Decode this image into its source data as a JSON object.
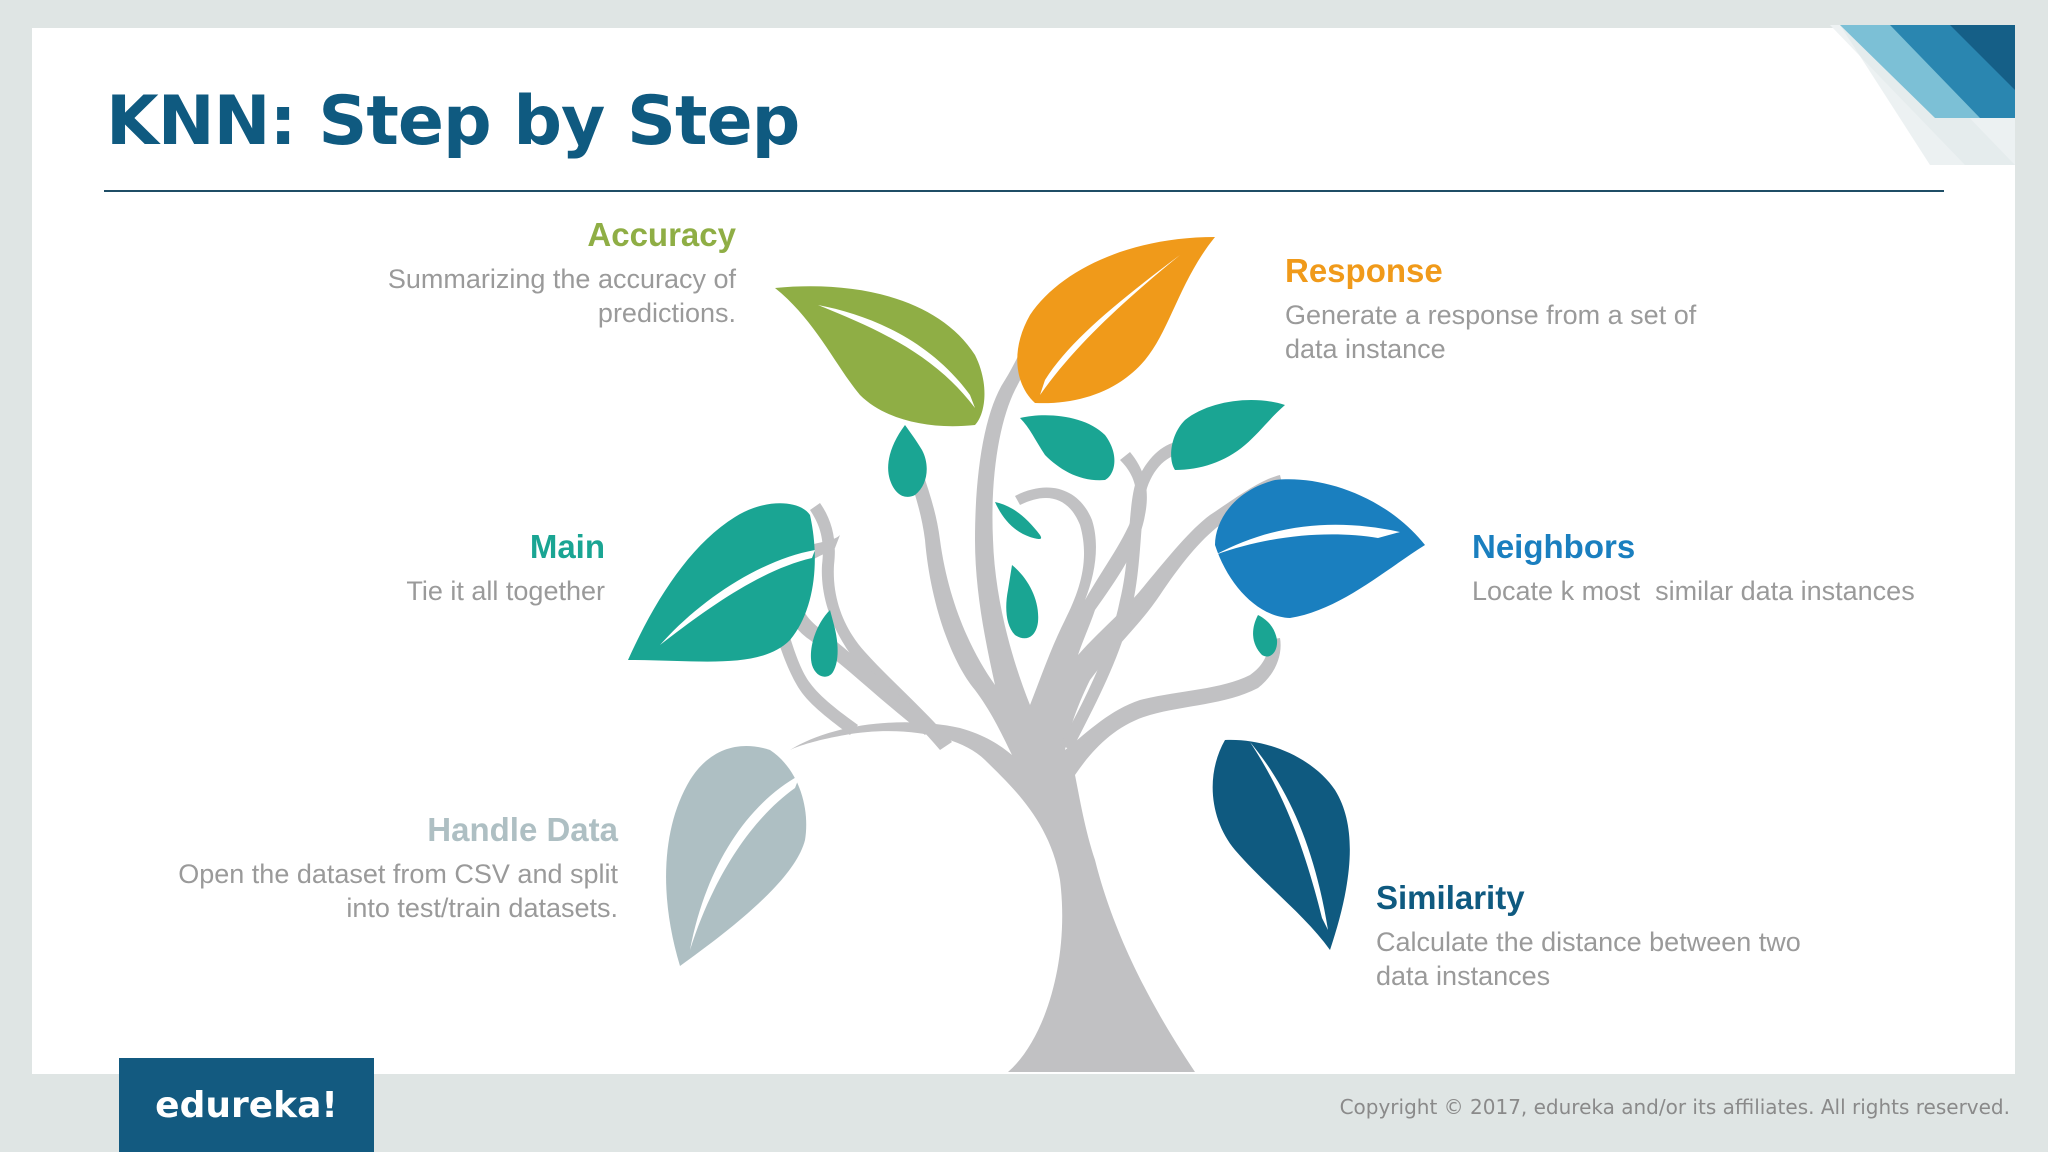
{
  "slide": {
    "title": "KNN: Step by Step"
  },
  "steps": {
    "accuracy": {
      "title": "Accuracy",
      "line1": "Summarizing the accuracy of",
      "line2": "predictions.",
      "color": "#8fae45"
    },
    "response": {
      "title": "Response",
      "line1": "Generate a response from a set of",
      "line2": "data instance",
      "color": "#f09a1a"
    },
    "main": {
      "title": "Main",
      "line1": "Tie it all together",
      "color": "#1aa593"
    },
    "neighbors": {
      "title": "Neighbors",
      "line1": "Locate k most  similar data instances",
      "color": "#1a7fbf"
    },
    "handle_data": {
      "title": "Handle Data",
      "line1": "Open the dataset from CSV and split",
      "line2": "into test/train datasets.",
      "color": "#aebfc3"
    },
    "similarity": {
      "title": "Similarity",
      "line1": "Calculate the distance between two",
      "line2": "data instances",
      "color": "#0f5a80"
    }
  },
  "footer": {
    "logo": "edureka!",
    "copyright": "Copyright © 2017, edureka and/or its affiliates. All rights reserved."
  },
  "colors": {
    "title": "#0f5a80",
    "trunk": "#c1c1c3",
    "teal_leaf": "#1aa593",
    "logo_bg": "#135a80"
  }
}
